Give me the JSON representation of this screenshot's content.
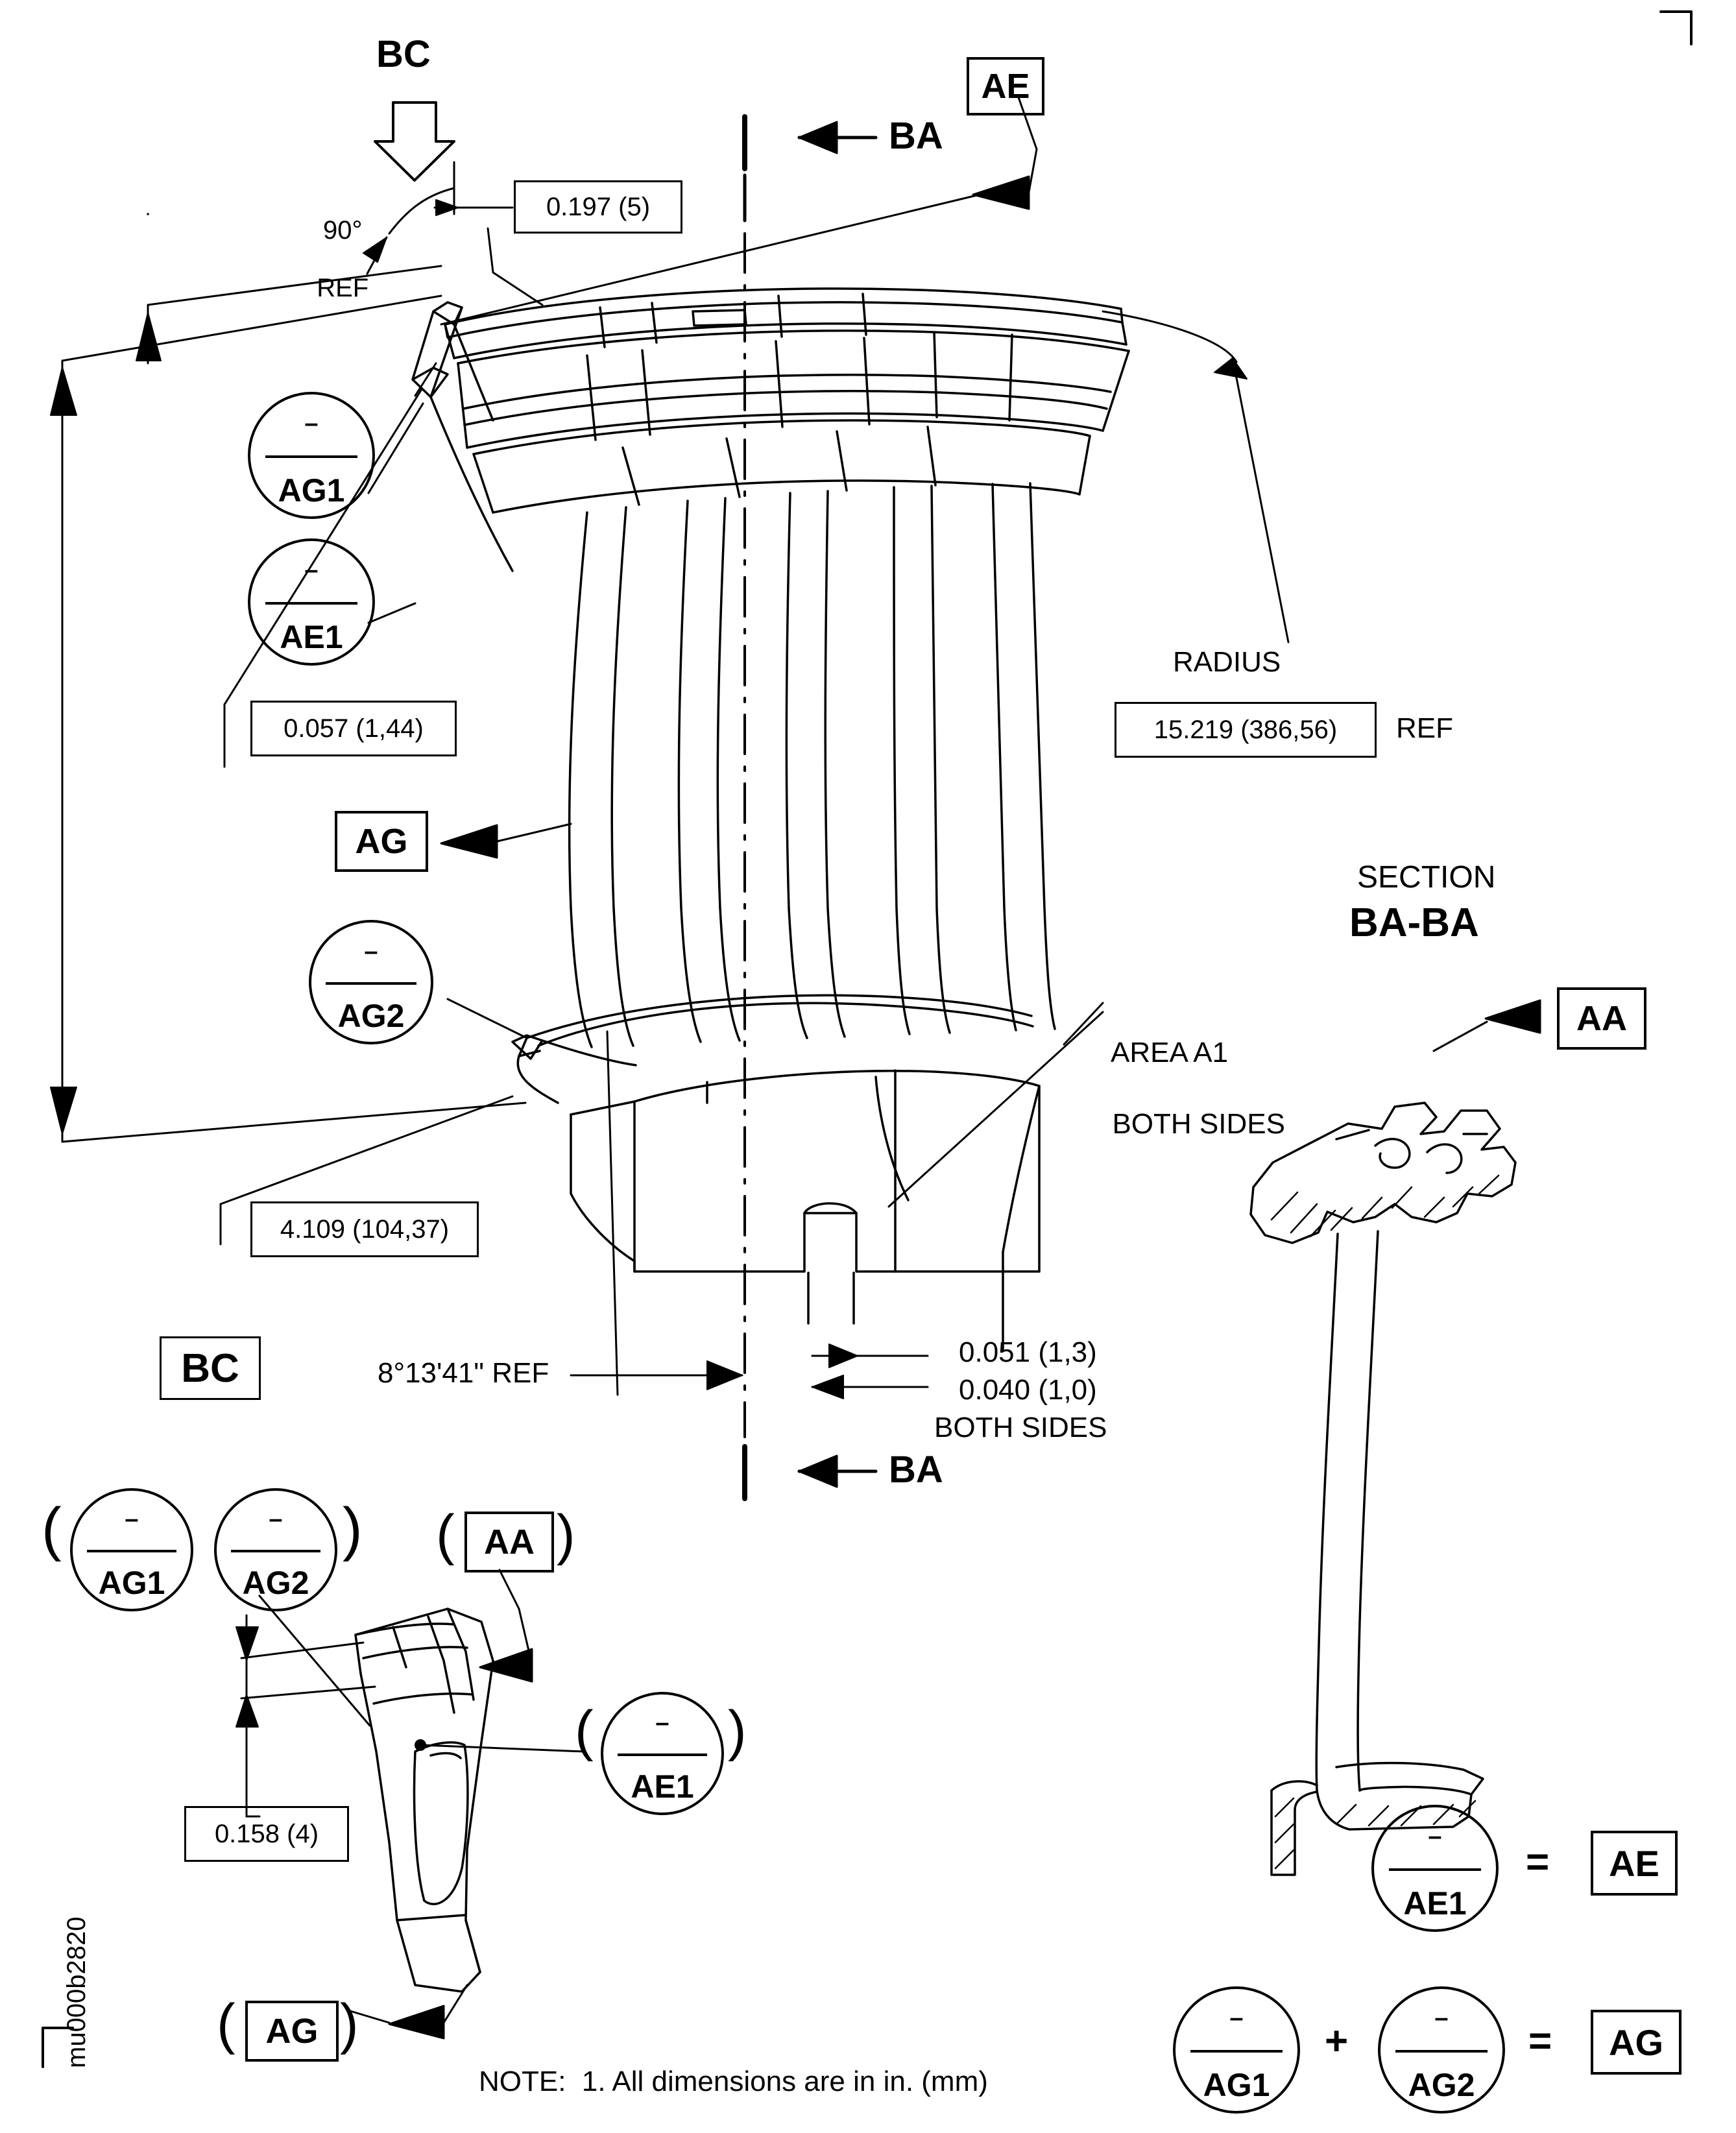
{
  "drawing": {
    "id_code": "mu000b2820",
    "note": "NOTE:  1. All dimensions are in in. (mm)",
    "labels": {
      "bc_arrow": "BC",
      "ba_top": "BA",
      "ba_bottom": "BA",
      "ae_flag": "AE",
      "ag_flag": "AG",
      "aa_flag": "AA",
      "bc_boxed": "BC",
      "aa_boxed": "AA",
      "ag_boxed": "AG",
      "ae_right": "AE",
      "ag_right": "AG",
      "section_title_line1": "SECTION",
      "section_title_line2": "BA-BA",
      "radius_label": "RADIUS",
      "radius_ref": "REF",
      "area_line1": "AREA A1",
      "area_line2": "BOTH SIDES",
      "angle_ref_90_line1": "90°",
      "angle_ref_90_line2": "REF",
      "angle_ref_tilt": "8°13'41\" REF",
      "both_sides_lower": "BOTH SIDES",
      "equals": "=",
      "plus": "+",
      "paren_open": "(",
      "paren_close": ")"
    },
    "dimensions": {
      "d_top": "0.197 (5)",
      "d_left_upper": "0.057 (1,44)",
      "d_left_lower": "4.109 (104,37)",
      "d_radius": "15.219 (386,56)",
      "d_thick1": "0.051 (1,3)",
      "d_thick2": "0.040 (1,0)",
      "d_bottom_left": "0.158 (4)"
    },
    "balloons": {
      "ag1_main": "AG1",
      "ae1_main": "AE1",
      "ag2_main": "AG2",
      "ag1_bc": "AG1",
      "ag2_bc": "AG2",
      "ae1_bc": "AE1",
      "ae1_legend": "AE1",
      "ag1_legend": "AG1",
      "ag2_legend": "AG2",
      "dash": "–"
    }
  }
}
